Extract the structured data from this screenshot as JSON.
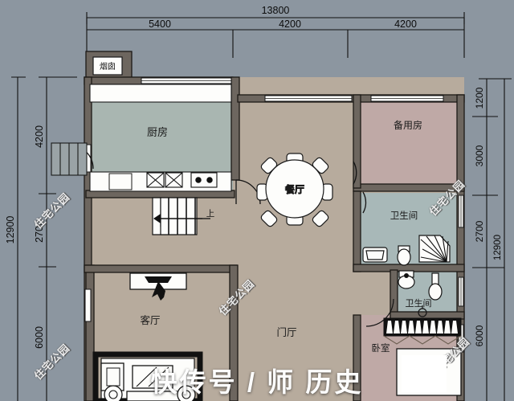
{
  "drawing": {
    "type": "architectural-floor-plan",
    "title_visible": false,
    "unit": "mm"
  },
  "dimensions": {
    "top": {
      "total": "13800",
      "segments": [
        "5400",
        "4200",
        "4200"
      ]
    },
    "left": {
      "total": "12900",
      "segments": [
        "4200",
        "2700",
        "6000"
      ]
    },
    "right": {
      "total": "12900",
      "segments": [
        "1200",
        "3000",
        "2700",
        "6000"
      ]
    }
  },
  "rooms": [
    {
      "key": "kitchen",
      "label": "厨房",
      "color": "#a9b6b1"
    },
    {
      "key": "dining",
      "label": "餐厅",
      "color": "#b7ab9d"
    },
    {
      "key": "spare_room",
      "label": "备用房",
      "color": "#bfa9a6"
    },
    {
      "key": "bathroom_1",
      "label": "卫生间",
      "color": "#a8b8b8"
    },
    {
      "key": "bathroom_2",
      "label": "卫生间",
      "color": "#a8b8b8"
    },
    {
      "key": "bedroom",
      "label": "卧室",
      "color": "#bfa9a6"
    },
    {
      "key": "living",
      "label": "客厅",
      "color": "#b7ab9d"
    },
    {
      "key": "foyer",
      "label": "门厅",
      "color": "#b7ab9d"
    }
  ],
  "annotations": {
    "chimney": "烟囱",
    "stair_up": "上"
  },
  "colors": {
    "background": "#8c96a0",
    "wall": "#262220",
    "wall_fill": "#6d665f",
    "floor_main": "#b7ab9d",
    "floor_kitchen": "#a9b6b1",
    "floor_bath": "#a8b8b8",
    "floor_rose": "#bfa9a6",
    "white": "#fdfdfb",
    "dim_line": "#141414",
    "furniture_stroke": "#121212"
  },
  "watermarks": {
    "diagonal_text": "住宅公园",
    "diagonal_count": 6,
    "bottom_text": "快传号 / 师        历史"
  }
}
